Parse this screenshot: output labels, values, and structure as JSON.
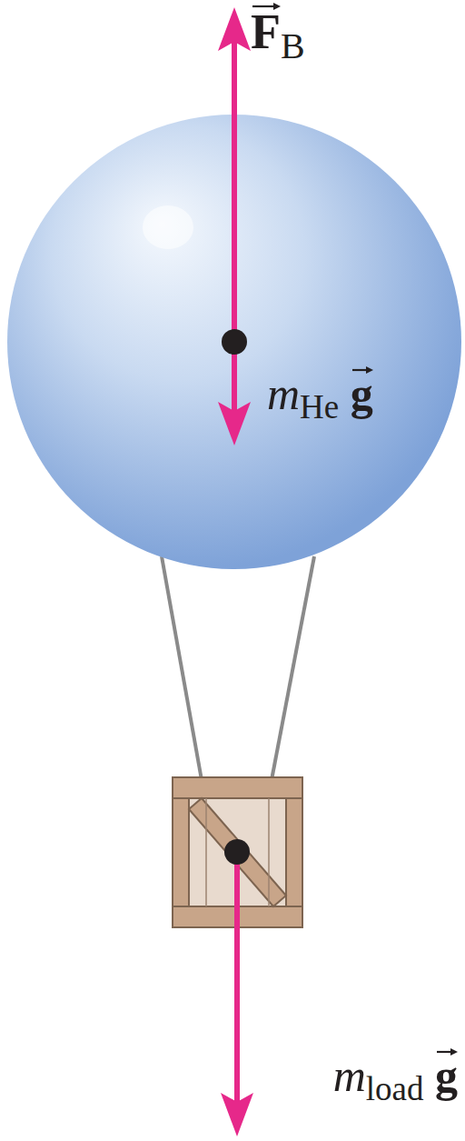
{
  "diagram": {
    "labels": [
      "FB",
      "mHe g",
      "mload g"
    ]
  }
}
